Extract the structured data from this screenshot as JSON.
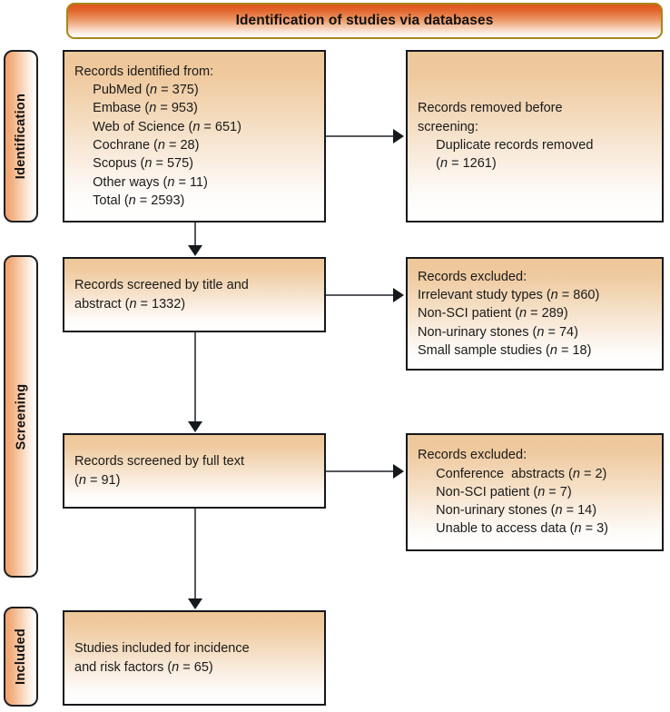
{
  "banner": {
    "title": "Identification of studies via databases"
  },
  "stages": [
    {
      "id": "identification",
      "label": "Identification"
    },
    {
      "id": "screening",
      "label": "Screening"
    },
    {
      "id": "included",
      "label": "Included"
    }
  ],
  "boxes": {
    "identified": {
      "name": "records-identified-box",
      "lines": [
        "Records identified from:",
        "PubMed (n = 375)",
        "Embase (n = 953)",
        "Web of Science (n = 651)",
        "Cochrane (n = 28)",
        "Scopus (n = 575)",
        "Other ways (n = 11)",
        "Total (n = 2593)"
      ],
      "text": "Records identified from:\n     PubMed (n = 375)\n     Embase (n = 953)\n     Web of Science (n = 651)\n     Cochrane (n = 28)\n     Scopus (n = 575)\n     Other ways (n = 11)\n     Total (n = 2593)"
    },
    "removed": {
      "name": "records-removed-box",
      "lines": [
        "Records removed before",
        "screening:",
        "Duplicate records removed",
        "(n = 1261)"
      ],
      "text": "Records removed before\nscreening:\n     Duplicate records removed\n     (n = 1261)"
    },
    "screened_title_abstract": {
      "name": "records-screened-title-abstract-box",
      "lines": [
        "Records screened by title and",
        "abstract (n = 1332)"
      ],
      "text": "Records screened by title and\nabstract (n = 1332)"
    },
    "excluded_title_abstract": {
      "name": "records-excluded-title-abstract-box",
      "lines": [
        "Records excluded:",
        "Irrelevant study types (n = 860)",
        "Non-SCI patient (n = 289)",
        "Non-urinary stones (n = 74)",
        "Small sample studies (n = 18)"
      ],
      "text": "Records excluded:\nIrrelevant study types (n = 860)\nNon-SCI patient (n = 289)\nNon-urinary stones (n = 74)\nSmall sample studies (n = 18)"
    },
    "screened_full_text": {
      "name": "records-screened-full-text-box",
      "lines": [
        "Records screened by full text",
        "(n = 91)"
      ],
      "text": "Records screened by full text\n(n = 91)"
    },
    "excluded_full_text": {
      "name": "records-excluded-full-text-box",
      "lines": [
        "Records excluded:",
        "Conference  abstracts (n = 2)",
        "Non-SCI patient (n = 7)",
        "Non-urinary stones (n = 14)",
        "Unable to access data (n = 3)"
      ],
      "text": "Records excluded:\n     Conference  abstracts (n = 2)\n     Non-SCI patient (n = 7)\n     Non-urinary stones (n = 14)\n     Unable to access data (n = 3)"
    },
    "included": {
      "name": "studies-included-box",
      "lines": [
        "Studies included for incidence",
        "and risk factors (n = 65)"
      ],
      "text": "Studies included for incidence\nand risk factors (n = 65)"
    }
  },
  "colors": {
    "banner_start": "#e0571e",
    "banner_border": "#a88717",
    "box_fill_top": "#eec79a",
    "box_border": "#15181c",
    "stage_fill": "#f0a268",
    "connector": "#55585c"
  }
}
